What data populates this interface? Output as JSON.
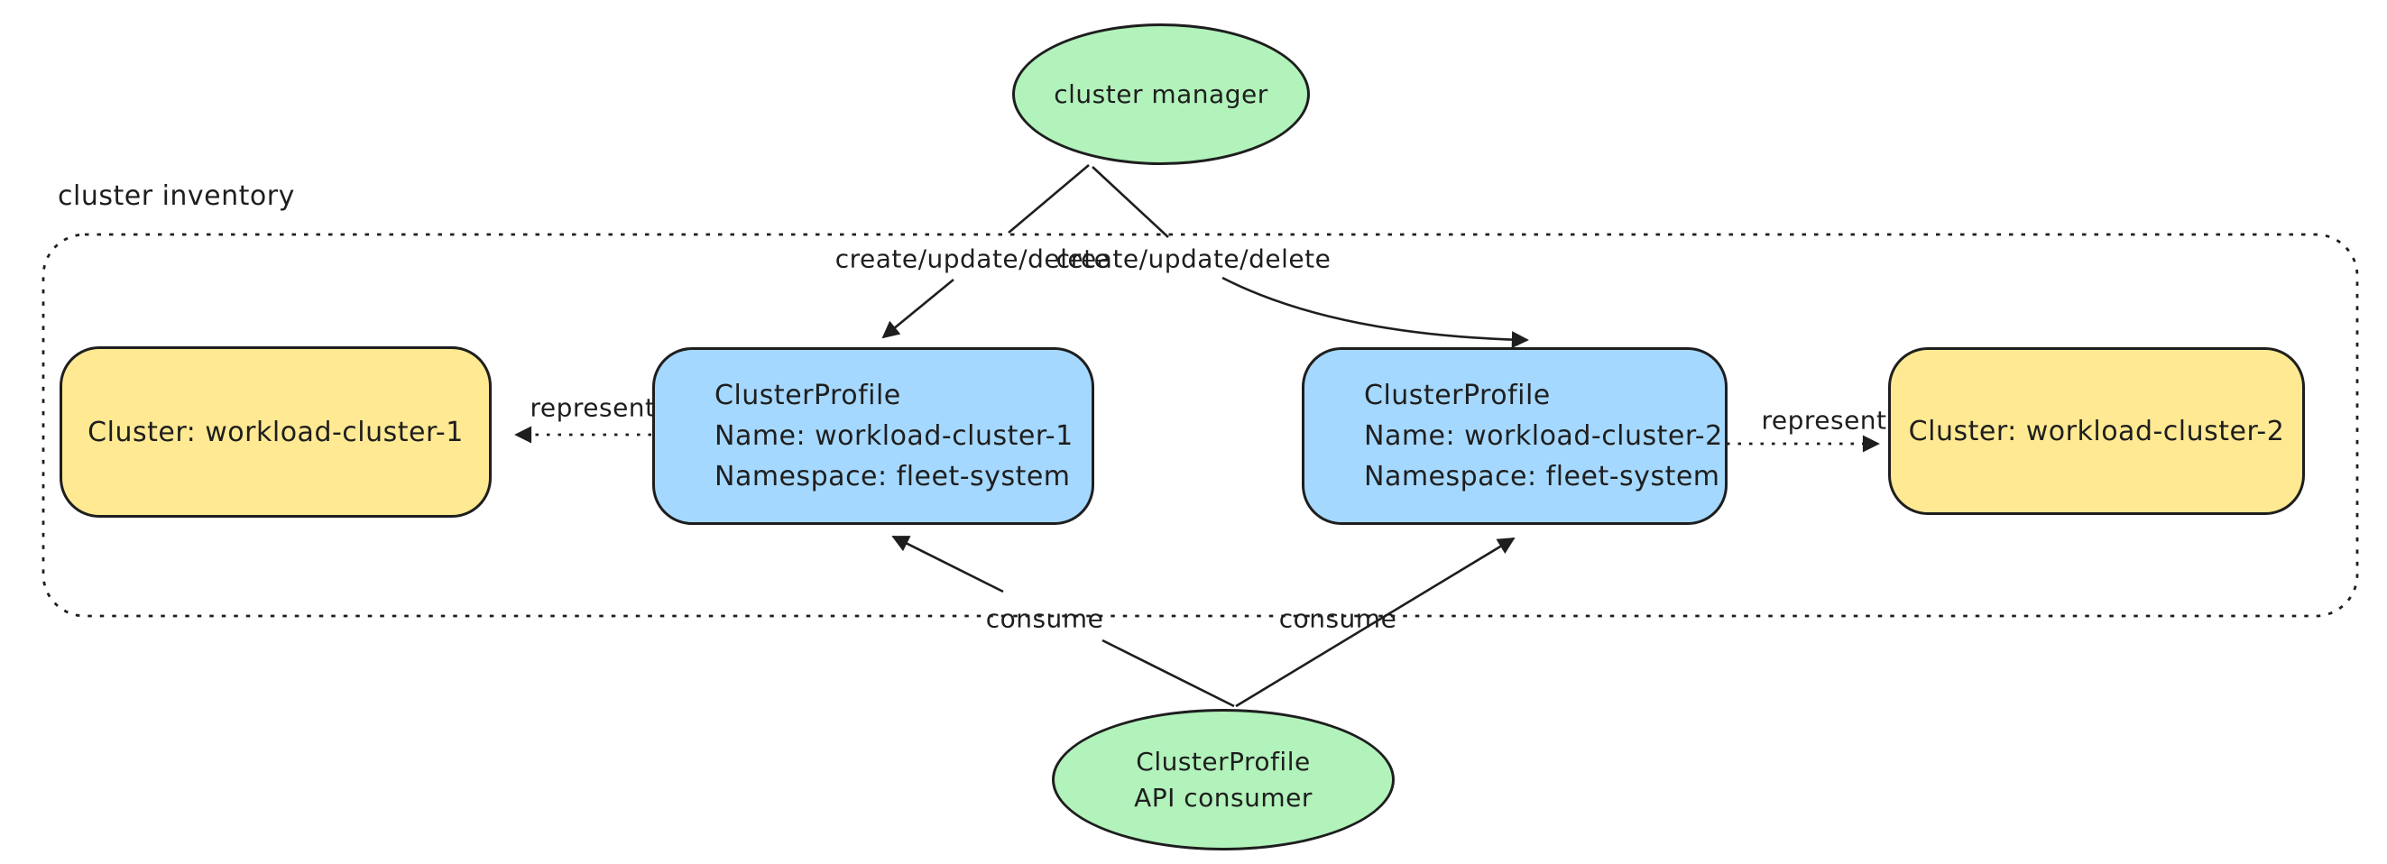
{
  "colors": {
    "stroke": "#1e1e1e",
    "green": "#b2f2bb",
    "yellow": "#ffe992",
    "blue": "#a5d8ff",
    "background": "#ffffff"
  },
  "frame": {
    "label": "cluster inventory"
  },
  "nodes": {
    "cluster_manager": {
      "label": "cluster manager",
      "fill": "#b2f2bb"
    },
    "cluster1": {
      "label": "Cluster: workload-cluster-1",
      "fill": "#ffe992"
    },
    "profile1": {
      "line1": "ClusterProfile",
      "line2": "Name: workload-cluster-1",
      "line3": "Namespace: fleet-system",
      "fill": "#a5d8ff"
    },
    "profile2": {
      "line1": "ClusterProfile",
      "line2": "Name: workload-cluster-2",
      "line3": "Namespace: fleet-system",
      "fill": "#a5d8ff"
    },
    "cluster2": {
      "label": "Cluster: workload-cluster-2",
      "fill": "#ffe992"
    },
    "api_consumer": {
      "line1": "ClusterProfile",
      "line2": "API consumer",
      "fill": "#b2f2bb"
    }
  },
  "edges": {
    "create_update_delete_left": {
      "label": "create/update/delete"
    },
    "create_update_delete_right": {
      "label": "create/update/delete"
    },
    "represent_left": {
      "label": "represent"
    },
    "represent_right": {
      "label": "represent"
    },
    "consume_left": {
      "label": "consume"
    },
    "consume_right": {
      "label": "consume"
    }
  }
}
